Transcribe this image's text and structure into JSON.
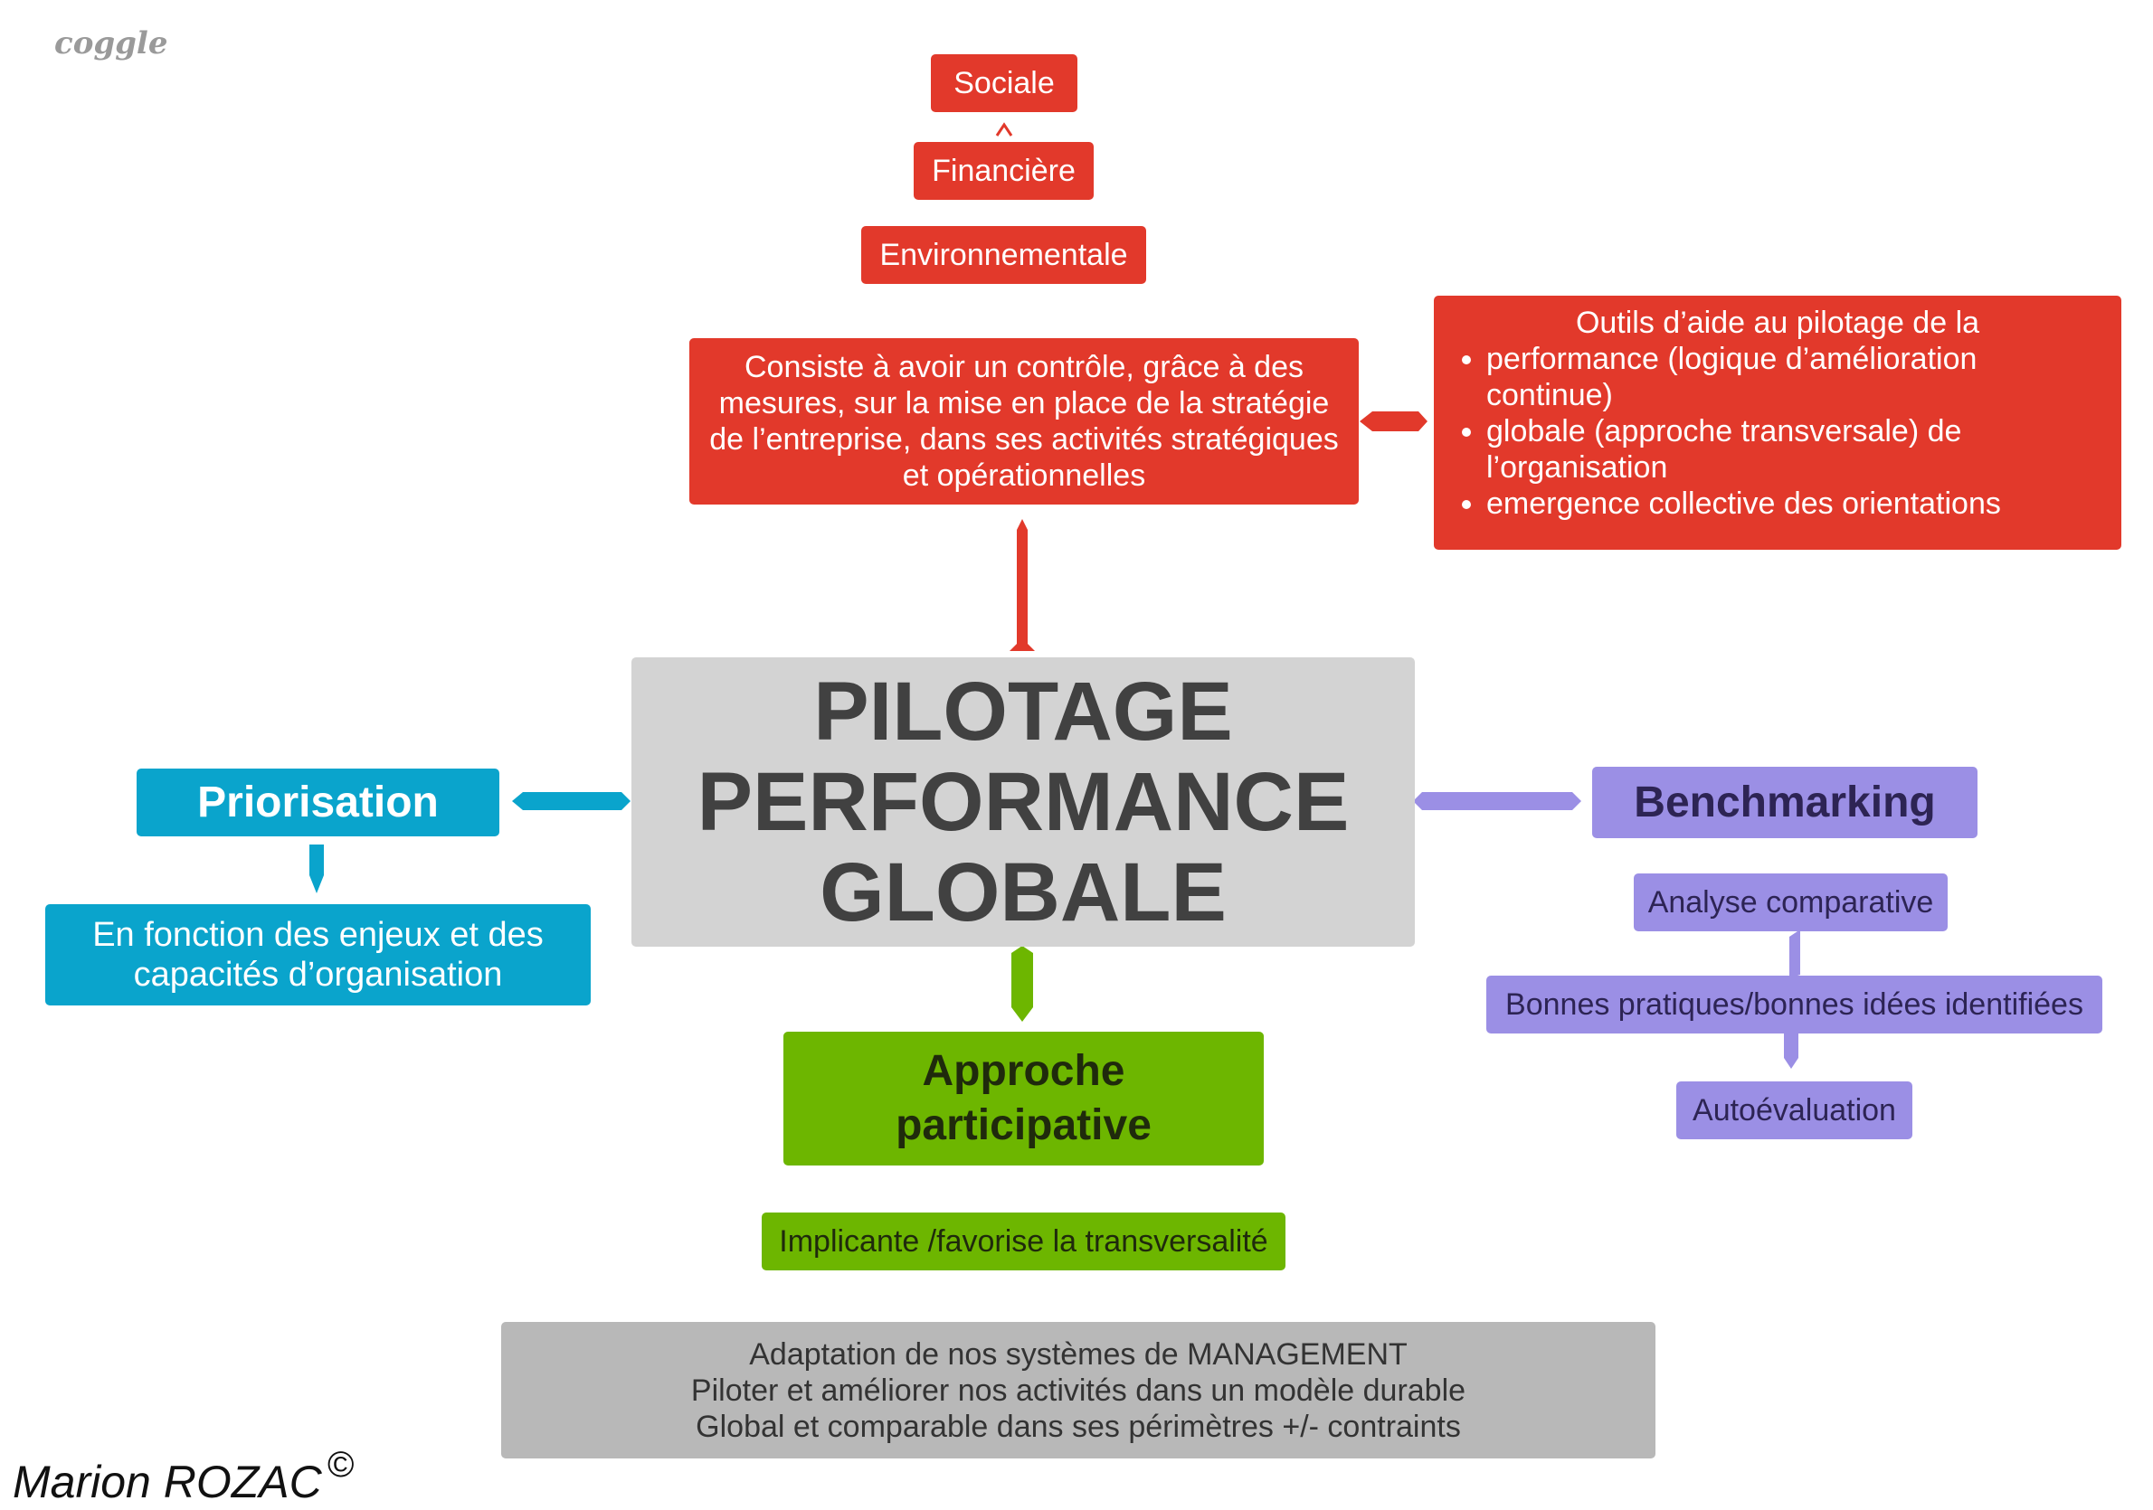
{
  "brand": "coggle",
  "center": {
    "lines": [
      "PILOTAGE",
      "PERFORMANCE",
      "GLOBALE"
    ]
  },
  "top_nodes": {
    "sociale": "Sociale",
    "financiere": "Financière",
    "environnementale": "Environnementale",
    "definition": [
      "Consiste à avoir un contrôle, grâce à des",
      "mesures, sur la mise en place de la stratégie",
      "de l’entreprise, dans ses activités stratégiques",
      "et opérationnelles"
    ]
  },
  "tools": {
    "heading": "Outils d’aide au pilotage de la",
    "items": [
      "performance (logique d’amélioration continue)",
      "globale (approche transversale) de l’organisation",
      "emergence collective des orientations"
    ]
  },
  "priorisation": {
    "title": "Priorisation",
    "detail": [
      "En fonction des enjeux et des",
      "capacités d’organisation"
    ]
  },
  "benchmarking": {
    "title": "Benchmarking",
    "items": [
      "Analyse comparative",
      "Bonnes pratiques/bonnes idées identifiées",
      "Autoévaluation"
    ]
  },
  "approche": {
    "title": [
      "Approche",
      "participative"
    ],
    "detail": "Implicante /favorise la transversalité"
  },
  "summary": [
    "Adaptation de nos systèmes de MANAGEMENT",
    "Piloter et améliorer nos activités dans un modèle durable",
    "Global et comparable dans ses périmètres +/- contraints"
  ],
  "author": "Marion ROZAC",
  "copyright": "©",
  "colors": {
    "red": "#e2392b",
    "blue": "#0aa4cc",
    "purple": "#9b8fe5",
    "green": "#6db600",
    "grey": "#b8b8b8",
    "center": "#d3d3d3"
  }
}
